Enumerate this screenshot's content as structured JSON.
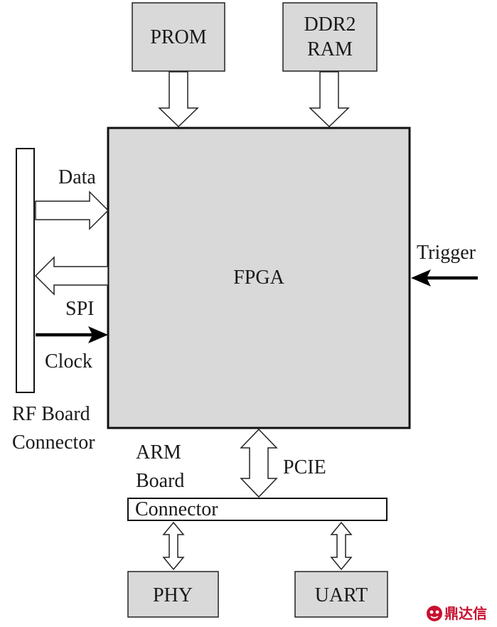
{
  "blocks": {
    "prom": "PROM",
    "ddr2_line1": "DDR2",
    "ddr2_line2": "RAM",
    "fpga": "FPGA",
    "phy": "PHY",
    "uart": "UART",
    "arm_connector": "Connector"
  },
  "labels": {
    "data": "Data",
    "spi": "SPI",
    "clock": "Clock",
    "trigger": "Trigger",
    "pcie": "PCIE",
    "rf_line1": "RF Board",
    "rf_line2": "Connector",
    "arm_line1": "ARM",
    "arm_line2": "Board"
  },
  "watermark": "鼎达信",
  "colors": {
    "block_fill": "#d9d9d9",
    "watermark": "#c8102e"
  }
}
